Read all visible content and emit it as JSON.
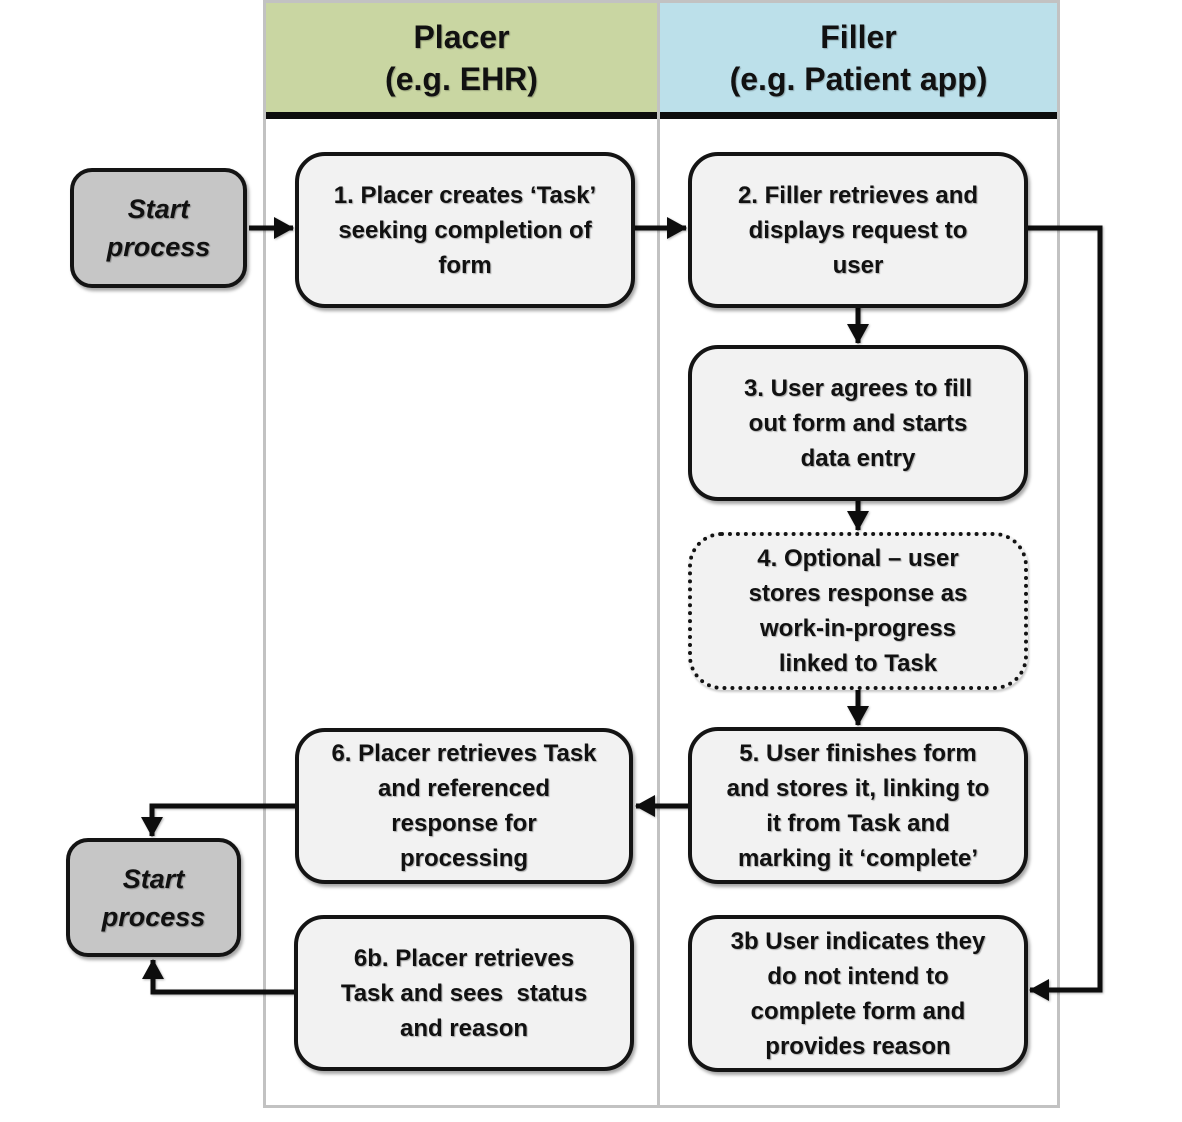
{
  "diagram": {
    "lanes": {
      "placer": {
        "header": "Placer\n(e.g. EHR)"
      },
      "filler": {
        "header": "Filler\n(e.g. Patient app)"
      }
    },
    "nodes": {
      "start_top": {
        "text": "Start\nprocess"
      },
      "step1": {
        "text": "1. Placer creates ‘Task’\nseeking completion of\nform"
      },
      "step2": {
        "text": "2. Filler retrieves and\ndisplays request to\nuser"
      },
      "step3": {
        "text": "3. User agrees to fill\nout form and starts\ndata entry"
      },
      "step4": {
        "text": "4. Optional – user\nstores response as\nwork-in-progress\nlinked to Task"
      },
      "step5": {
        "text": "5. User finishes form\nand stores it, linking to\nit from Task and\nmarking it ‘complete’"
      },
      "step6": {
        "text": "6. Placer retrieves Task\nand referenced\nresponse for\nprocessing"
      },
      "step6b": {
        "text": "6b. Placer retrieves\nTask and sees  status\nand reason"
      },
      "step3b": {
        "text": "3b User indicates they\ndo not intend to\ncomplete form and\nprovides reason"
      },
      "start_bottom": {
        "text": "Start\nprocess"
      }
    },
    "colors": {
      "placer_header": "#c9d6a2",
      "filler_header": "#bce0ea",
      "start_node_fill": "#c6c6c6",
      "process_node_fill": "#f2f2f2",
      "line_color": "#0d0d0d",
      "lane_border": "#c2c2c2"
    }
  }
}
